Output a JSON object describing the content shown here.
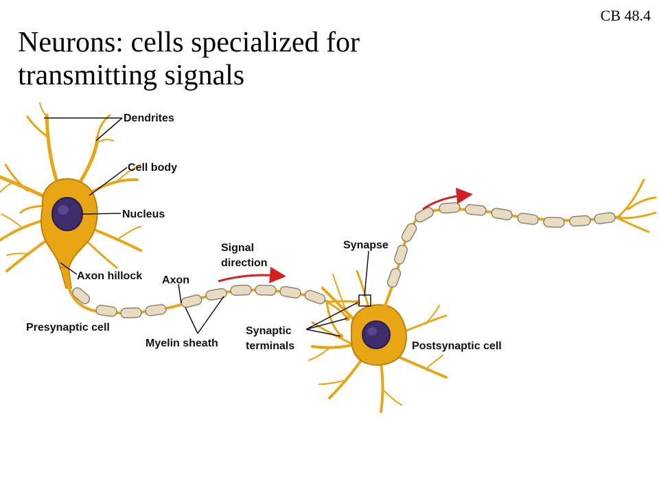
{
  "slide": {
    "reference": "CB 48.4",
    "title_line1": "Neurons:  cells specialized for",
    "title_line2": "transmitting signals"
  },
  "diagram": {
    "labels": {
      "dendrites": "Dendrites",
      "cell_body": "Cell body",
      "nucleus": "Nucleus",
      "axon_hillock": "Axon hillock",
      "axon": "Axon",
      "signal_direction_line1": "Signal",
      "signal_direction_line2": "direction",
      "synapse": "Synapse",
      "presynaptic_cell": "Presynaptic cell",
      "myelin_sheath": "Myelin sheath",
      "synaptic_terminals_line1": "Synaptic",
      "synaptic_terminals_line2": "terminals",
      "postsynaptic_cell": "Postsynaptic cell"
    },
    "colors": {
      "cell": "#e8a514",
      "cell_dark": "#c0800a",
      "myelin": "#e7dcc2",
      "myelin_edge": "#8f8269",
      "nucleus": "#3d2d6a",
      "arrow": "#d42020"
    }
  }
}
